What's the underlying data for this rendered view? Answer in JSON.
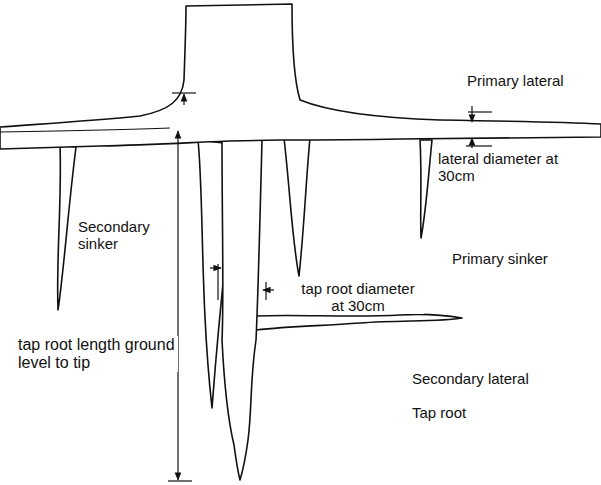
{
  "diagram": {
    "labels": [
      "Primary lateral",
      "lateral diameter at 30cm",
      "Secondary sinker",
      "Primary sinker",
      "tap root diameter at 30cm",
      "tap root length ground level to tip",
      "Secondary lateral",
      "Tap root"
    ]
  }
}
